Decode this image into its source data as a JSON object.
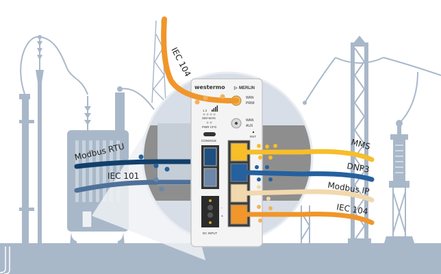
{
  "colors": {
    "background": "#ffffff",
    "infrastructure": "#a9b8c9",
    "infrastructure_dark": "#9aaabd",
    "ground": "#a9b8c9",
    "circle_bg": "#d7dee7",
    "band_gray": "#8e8e8e",
    "device_body": "#f4f4f4",
    "cable_orange": "#f0962a",
    "cable_yellow": "#f7be2a",
    "cable_navy": "#123f6b",
    "cable_blue": "#25619e",
    "cable_steel": "#4e7199",
    "cable_cream": "#f1d8ad"
  },
  "device": {
    "brand": "westermo",
    "product": "MERLIN",
    "wan_prim": [
      "WAN",
      "PRIM"
    ],
    "wan_aux": [
      "WAN",
      "AUX"
    ],
    "sim_numbers": "1  2",
    "sim_wan": "SIM WAN",
    "pwr_cfg": "PWR CFG",
    "console": "CONSOLE",
    "rst": "RST",
    "dc_input": "DC INPUT",
    "dc_plus": "+",
    "dc_minus": "-"
  },
  "protocols": {
    "top": "IEC 104",
    "left": [
      "Modbus RTU",
      "IEC 101"
    ],
    "right": [
      "MMS",
      "DNP3",
      "Modbus IP",
      "IEC 104"
    ]
  }
}
